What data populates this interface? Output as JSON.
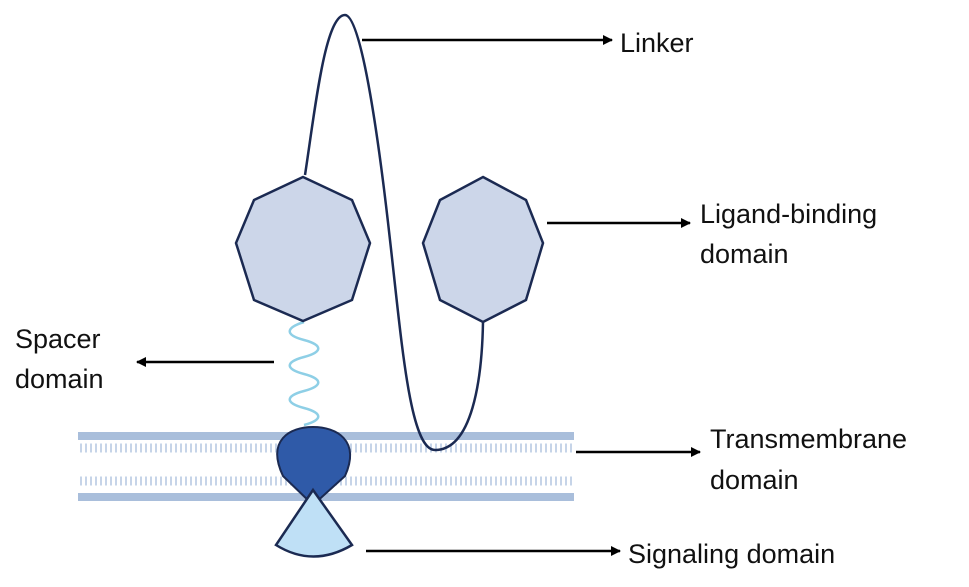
{
  "labels": {
    "linker": "Linker",
    "ligand_line1": "Ligand-binding",
    "ligand_line2": "domain",
    "spacer_line1": "Spacer",
    "spacer_line2": "domain",
    "transmembrane_line1": "Transmembrane",
    "transmembrane_line2": "domain",
    "signaling": "Signaling domain"
  },
  "colors": {
    "outline": "#1b2a52",
    "ligand_fill": "#ccd6e9",
    "spacer": "#8ecfe6",
    "membrane": "#a9bedb",
    "transmembrane_fill": "#2f5aa8",
    "signaling_fill": "#bfe0f6",
    "arrow": "#000000"
  }
}
